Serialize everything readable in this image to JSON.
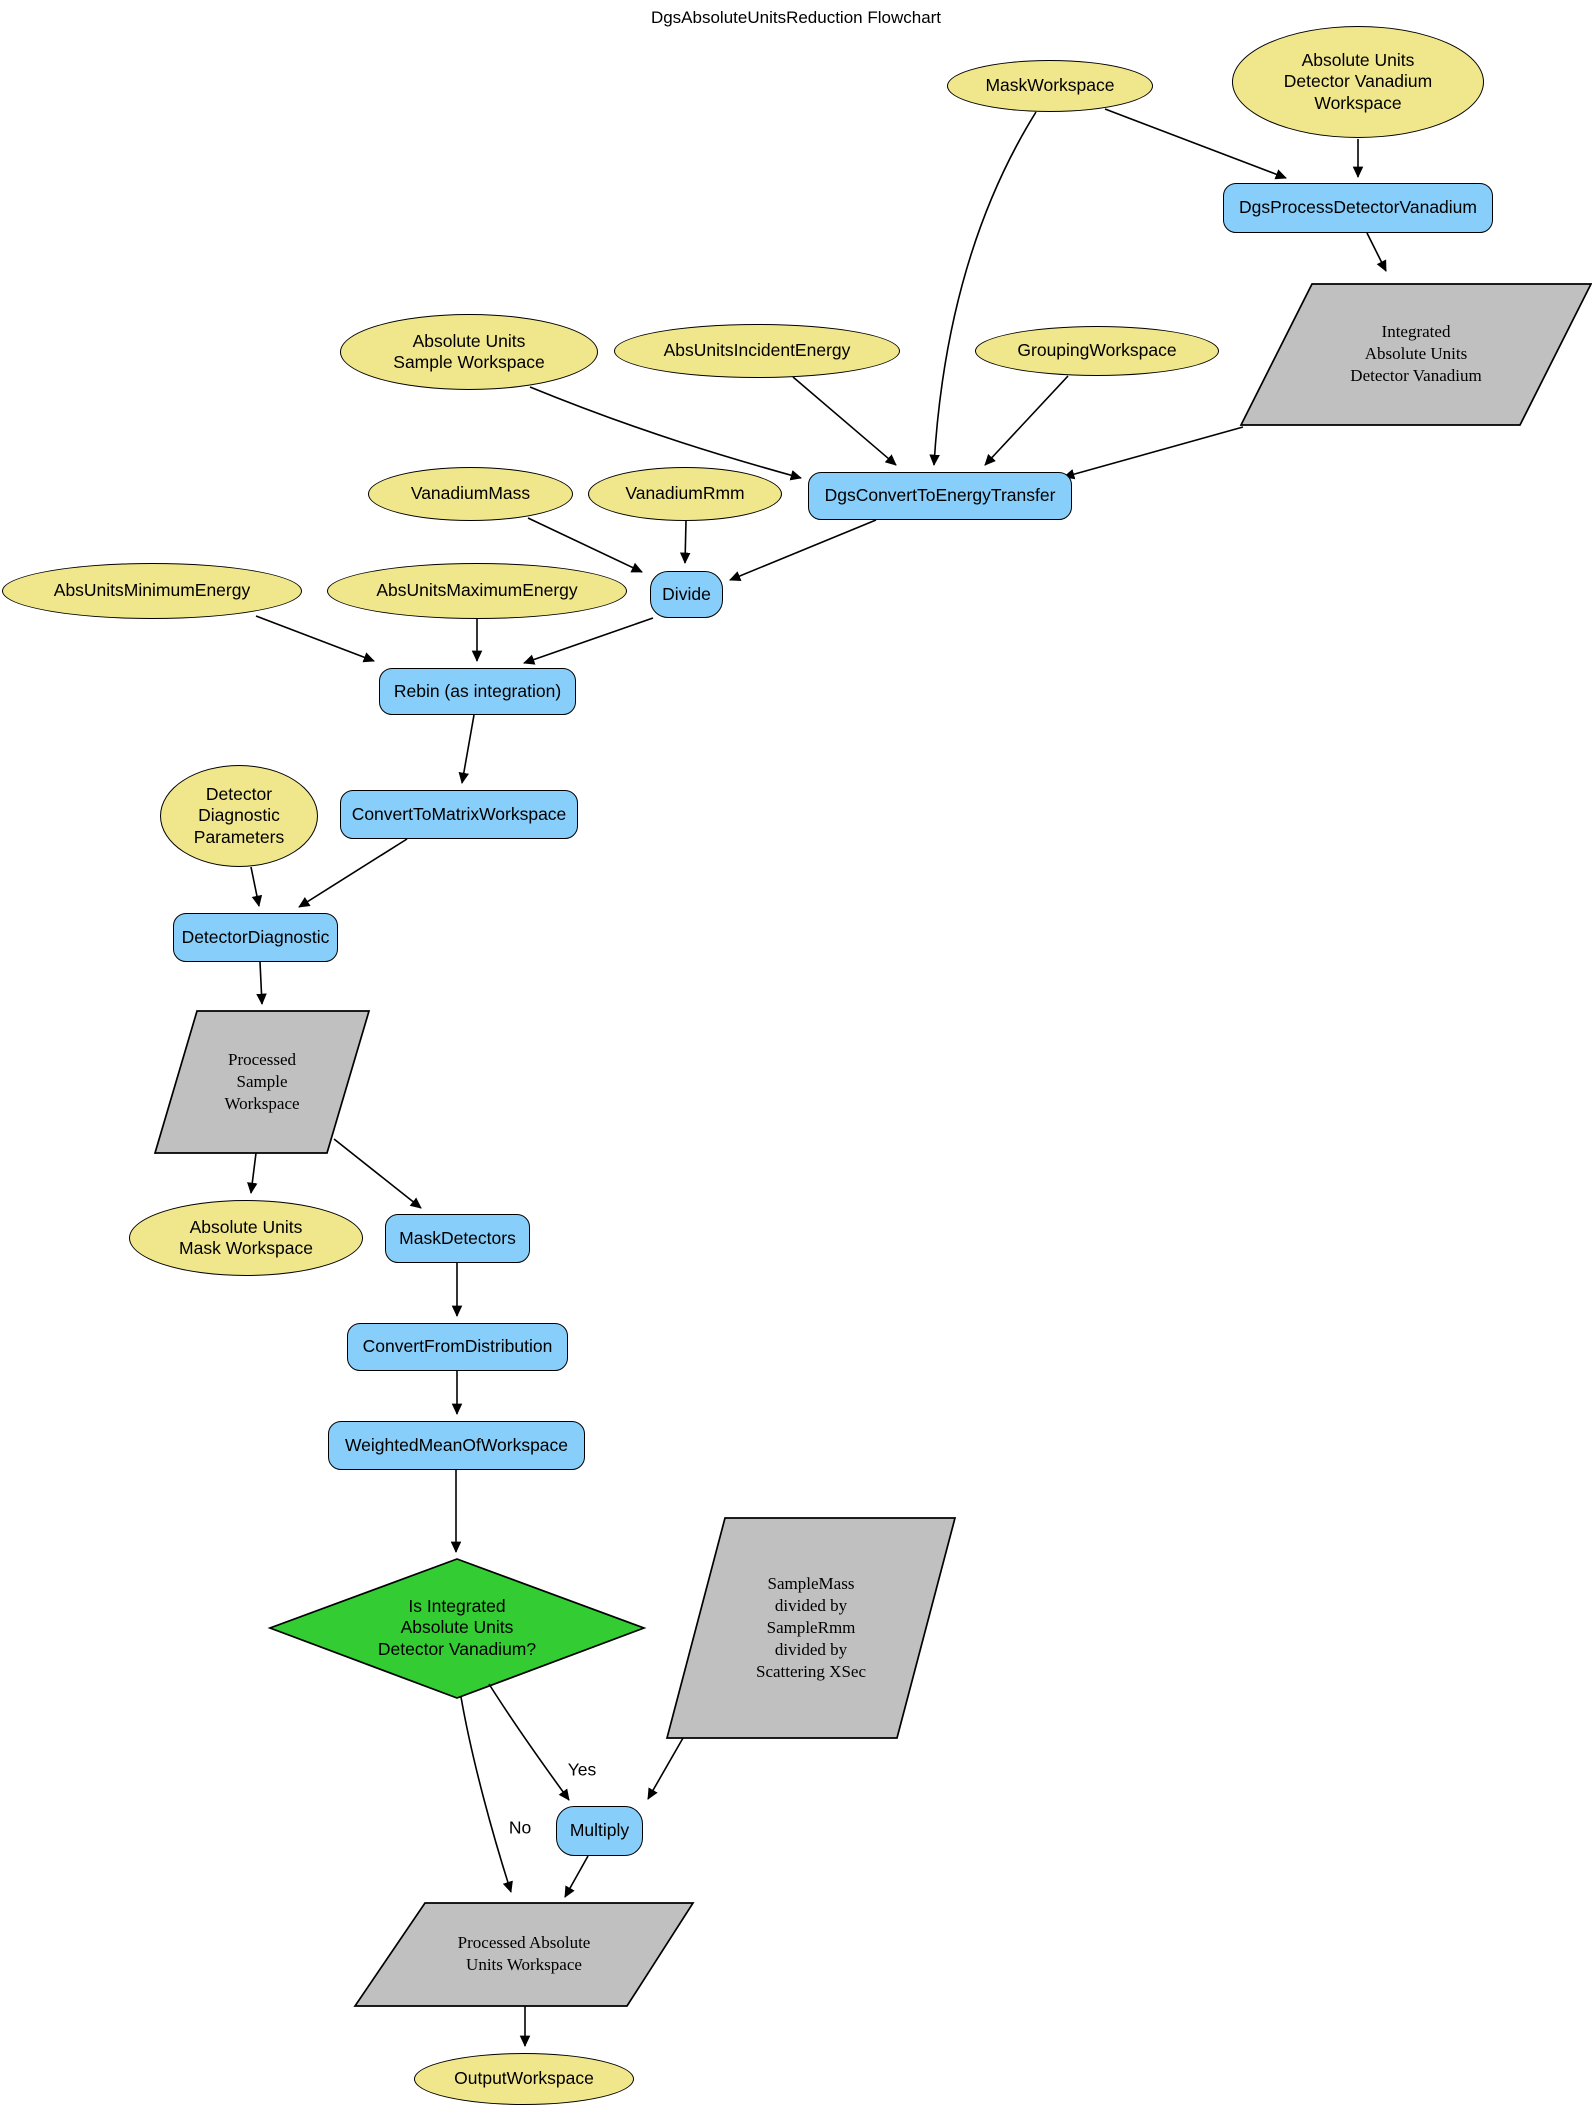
{
  "title": "DgsAbsoluteUnitsReduction Flowchart",
  "colors": {
    "input_fill": "#F0E68C",
    "process_fill": "#87CEFA",
    "data_fill": "#C0C0C0",
    "decision_fill": "#33CC33",
    "edge_stroke": "#000000"
  },
  "nodes": {
    "mask_workspace": "MaskWorkspace",
    "abs_units_detector_vanadium_workspace": "Absolute Units\nDetector Vanadium\nWorkspace",
    "dgs_process_detector_vanadium": "DgsProcessDetectorVanadium",
    "integrated_abs_units_detector_vanadium": "Integrated\nAbsolute Units\nDetector Vanadium",
    "abs_units_sample_workspace": "Absolute Units\nSample Workspace",
    "abs_units_incident_energy": "AbsUnitsIncidentEnergy",
    "grouping_workspace": "GroupingWorkspace",
    "dgs_convert_to_energy_transfer": "DgsConvertToEnergyTransfer",
    "vanadium_mass": "VanadiumMass",
    "vanadium_rmm": "VanadiumRmm",
    "divide": "Divide",
    "abs_units_minimum_energy": "AbsUnitsMinimumEnergy",
    "abs_units_maximum_energy": "AbsUnitsMaximumEnergy",
    "rebin": "Rebin (as integration)",
    "convert_to_matrix_workspace": "ConvertToMatrixWorkspace",
    "detector_diagnostic_parameters": "Detector\nDiagnostic\nParameters",
    "detector_diagnostic": "DetectorDiagnostic",
    "processed_sample_workspace": "Processed\nSample\nWorkspace",
    "abs_units_mask_workspace": "Absolute Units\nMask Workspace",
    "mask_detectors": "MaskDetectors",
    "convert_from_distribution": "ConvertFromDistribution",
    "weighted_mean_of_workspace": "WeightedMeanOfWorkspace",
    "is_integrated_decision": "Is Integrated\nAbsolute Units\nDetector Vanadium?",
    "sample_mass_factor": "SampleMass\ndivided by\nSampleRmm\ndivided by\nScattering XSec",
    "multiply": "Multiply",
    "processed_absolute_units_workspace": "Processed Absolute\nUnits Workspace",
    "output_workspace": "OutputWorkspace"
  },
  "edge_labels": {
    "yes": "Yes",
    "no": "No"
  }
}
